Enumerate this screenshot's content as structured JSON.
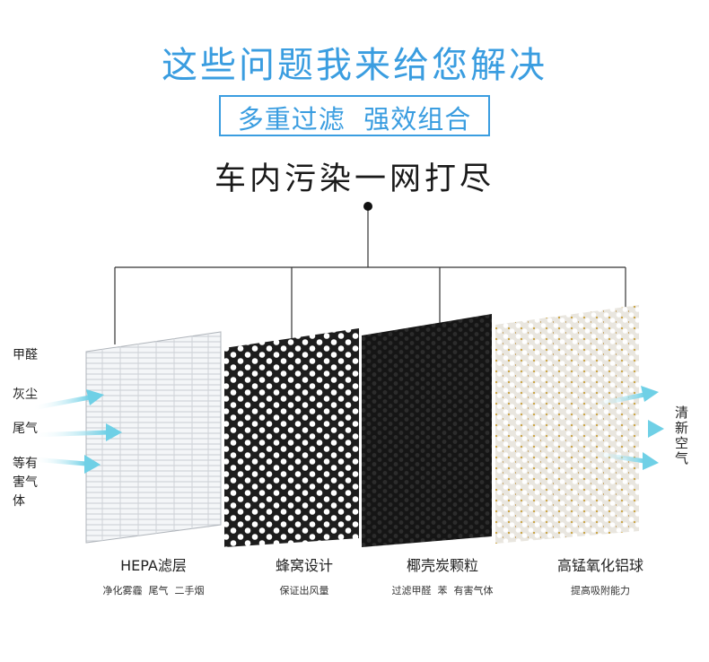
{
  "header": {
    "title": "这些问题我来给您解决",
    "subtitle": "多重过滤  强效组合",
    "headline": "车内污染一网打尽"
  },
  "inlet": {
    "labels": [
      "甲醛",
      "灰尘",
      "尾气",
      "等有害气体"
    ]
  },
  "outlet": {
    "label": "清新空气"
  },
  "layers": [
    {
      "name": "HEPA滤层",
      "desc": "净化雾霾  尾气  二手烟"
    },
    {
      "name": "蜂窝设计",
      "desc": "保证出风量"
    },
    {
      "name": "椰壳炭颗粒",
      "desc": "过滤甲醛  苯  有害气体"
    },
    {
      "name": "高锰氧化铝球",
      "desc": "提高吸附能力"
    }
  ],
  "colors": {
    "accent": "#3a9de0",
    "arrow": "#6fd0e6",
    "carbon": "#222222",
    "granule": "#c9a03a"
  }
}
